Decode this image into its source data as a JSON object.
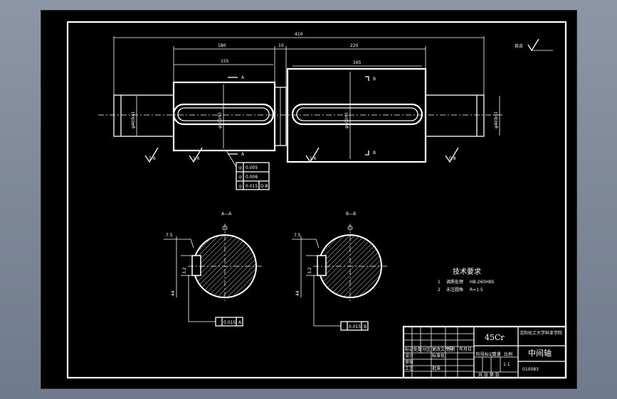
{
  "drawing": {
    "dims": {
      "overall": "410",
      "left_length": "180",
      "gap": "10",
      "right_length": "220",
      "left_inner": "155",
      "right_inner": "165"
    },
    "diameters": {
      "left_journal": "φ40(k6)",
      "left_body": "φ50(r6)",
      "right_body": "φ50(r6)",
      "right_journal": "φ40(k6)"
    },
    "section_marks": {
      "a_top": "A",
      "a_bottom": "A",
      "b_top": "B",
      "b_bottom": "B"
    },
    "roughness": {
      "r1": "1.6",
      "r2": "1.6",
      "r3": "1.6",
      "r4": "0.8",
      "other": "其余"
    },
    "tolerance_table": {
      "rows": [
        {
          "sym": "◎",
          "val": "0.005",
          "ref": ""
        },
        {
          "sym": "◎",
          "val": "0.006",
          "ref": ""
        },
        {
          "sym": "◎",
          "val": "0.015",
          "ref": "D-B"
        }
      ]
    },
    "sections": {
      "left_title": "A—A",
      "right_title": "B—B",
      "left_callout": "7.5",
      "right_callout": "7.5",
      "left_tol": "0.015",
      "left_ref": "A",
      "right_tol": "0.015",
      "right_ref": "B",
      "dim_small": "3.2",
      "dim_vert": "44"
    },
    "tech_req": {
      "title": "技术要求",
      "items": [
        {
          "num": "1",
          "text": "调质处理",
          "extra": "HB-260HBS"
        },
        {
          "num": "2",
          "text": "未注圆角",
          "extra": "R=1.5"
        }
      ]
    },
    "title_block": {
      "material": "45Cr",
      "school": "沈阳化工大学科亚学院",
      "part_name": "中间轴",
      "drawing_no": "010083",
      "scale": "1:1",
      "row_labels": [
        "标记",
        "处数",
        "分区",
        "更改文件号",
        "签名",
        "年月日"
      ],
      "sub_labels": [
        "设计",
        "标准化",
        "审核",
        "工艺",
        "批准"
      ],
      "stage": "阶段标记",
      "weight": "重量",
      "ratio": "比例",
      "sheet": "共 张 第 张"
    }
  }
}
